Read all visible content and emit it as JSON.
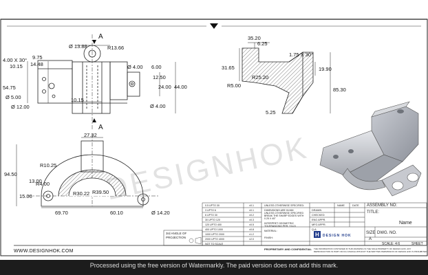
{
  "site_url": "WWW.DESIGNHOK.COM",
  "watermark": "DESIGNHOK",
  "footer_notice": "Processed using the free version of Watermarkly. The paid version does not add this mark.",
  "section_marker": "A",
  "dimensions": {
    "front": [
      "Ø 13.88",
      "R13.66",
      "4.00 X 30°",
      "9.75",
      "14.48",
      "10.15",
      "54.75",
      "Ø 5.00",
      "Ø 12.00",
      "10.15",
      "Ø 4.00",
      "6.00",
      "12.50",
      "24.00",
      "44.00",
      "Ø 4.00"
    ],
    "side": [
      "35.20",
      "6.25",
      "1.75 X 30°",
      "31.65",
      "R25.20",
      "19.90",
      "R5.00",
      "85.30",
      "5.25"
    ],
    "top": [
      "27.32",
      "R10.25",
      "94.50",
      "13.00",
      "R4.00",
      "15.00",
      "R30.22",
      "R39.50",
      "69.70",
      "60.10",
      "Ø 14.20"
    ]
  },
  "tolerance_table": {
    "rows": [
      [
        "0.5 UPTO 30",
        "±0.1"
      ],
      [
        "3 UPTO 6",
        "±0.1"
      ],
      [
        "6 UPTO 30",
        "±0.2"
      ],
      [
        "30 UPTO 120",
        "±0.3"
      ],
      [
        "120 UPTO 400",
        "±0.5"
      ],
      [
        "400 UPTO 1000",
        "±0.8"
      ],
      [
        "1000 UPTO 2000",
        "±1.2"
      ],
      [
        "2000 UPTO 4000",
        "±2.0"
      ]
    ],
    "scale_label": "NOT TO SCALE"
  },
  "notes": {
    "header": "UNLESS OTHERWISE SPECIFIED:",
    "lines": [
      "DIMENSIONS ARE IN MM",
      "UNLESS OTHERWISE SPECIFIED",
      "BREAK THE SHARP EDGES WITH",
      "0.25 X 45°"
    ],
    "gd_t": [
      "INTERPRET GEOMETRIC",
      "TOLERANCING PER: Y14.5"
    ],
    "material": "MATERIAL:",
    "finish": "FINISH:",
    "proprietary": "PROPRIETARY AND CONFIDENTIAL"
  },
  "approval": {
    "headers": [
      "NAME",
      "DATE"
    ],
    "rows": [
      "DRAWN",
      "CHECKED",
      "ENG APPR.",
      "MFG APPR.",
      "Q.A."
    ]
  },
  "title_block": {
    "assembly_label": "ASSEMBLY NO:",
    "title_label": "TITLE:",
    "name": "Name",
    "size_label": "SIZE",
    "size_value": "A",
    "dwg_label": "DWG. NO.",
    "scale": "SCALE: 4:6",
    "sheet": "SHEET"
  },
  "projection": {
    "label": "3rd ANGLE OF",
    "label2": "PROJECTION"
  },
  "logo": {
    "initial": "H",
    "text": "DESIGN HOK"
  },
  "disclaimer": [
    "THE INFORMATION CONTAINED IN THIS DRAWING IS THE SOLE PROPERTY OF DESIGN HOK. ANY",
    "REPRODUCTION IN PART OR AS A WHOLE WITHOUT THE WRITTEN PERMISSION OF DESIGN HOK IS PROHIBITED."
  ]
}
